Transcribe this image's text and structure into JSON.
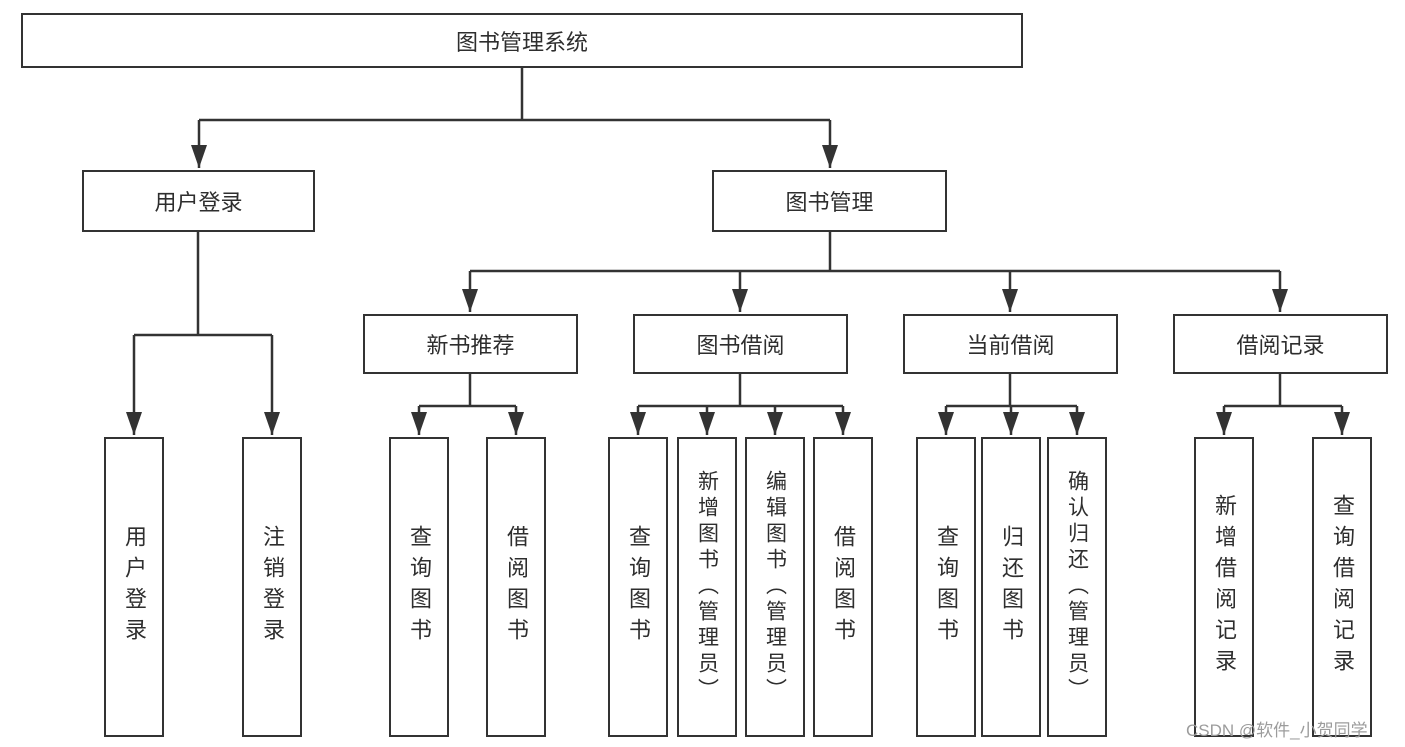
{
  "diagram": {
    "root": {
      "label": "图书管理系统"
    },
    "level1": [
      {
        "label": "用户登录",
        "children": [
          {
            "label": "用户登录"
          },
          {
            "label": "注销登录"
          }
        ]
      },
      {
        "label": "图书管理",
        "children": [
          {
            "label": "新书推荐",
            "children": [
              {
                "label": "查询图书"
              },
              {
                "label": "借阅图书"
              }
            ]
          },
          {
            "label": "图书借阅",
            "children": [
              {
                "label": "查询图书"
              },
              {
                "label": "新增图书（管理员）"
              },
              {
                "label": "编辑图书（管理员）"
              },
              {
                "label": "借阅图书"
              }
            ]
          },
          {
            "label": "当前借阅",
            "children": [
              {
                "label": "查询图书"
              },
              {
                "label": "归还图书"
              },
              {
                "label": "确认归还（管理员）"
              }
            ]
          },
          {
            "label": "借阅记录",
            "children": [
              {
                "label": "新增借阅记录"
              },
              {
                "label": "查询借阅记录"
              }
            ]
          }
        ]
      }
    ],
    "watermark": "CSDN @软件_小贺同学",
    "colors": {
      "line": "#333333",
      "box_border": "#333333",
      "text": "#2e2e2e",
      "watermark": "#9c9c9c",
      "background": "#ffffff"
    }
  }
}
